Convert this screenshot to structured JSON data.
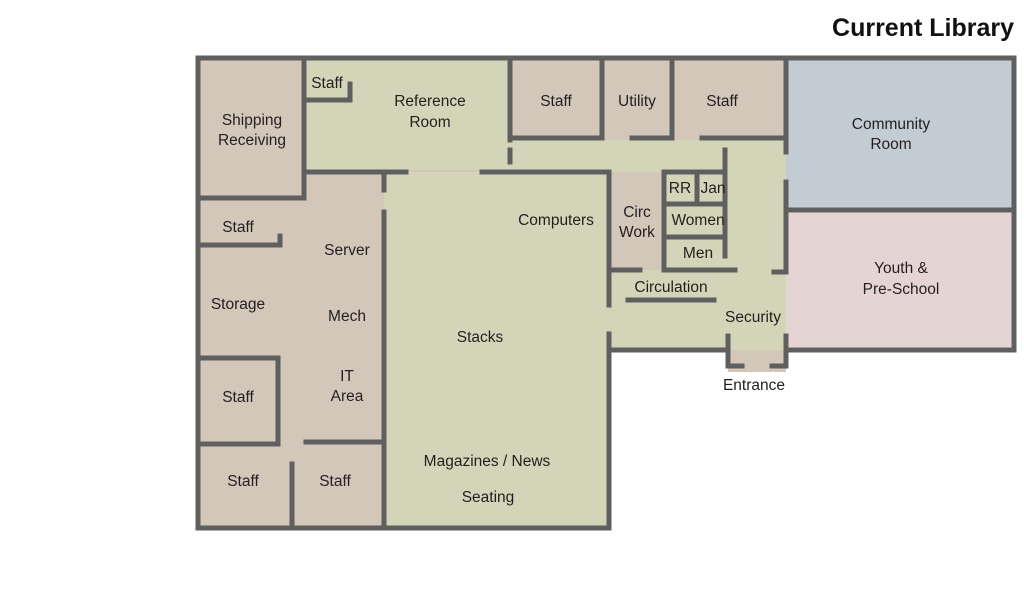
{
  "title": "Current Library",
  "colors": {
    "staff_area": "#d3c7b9",
    "public_area": "#d3d5b8",
    "community_room": "#c2ccd2",
    "youth_room": "#e4d4d3",
    "walls": "#5f5f5f",
    "text": "#231f20"
  },
  "rooms": {
    "staff_top_left": "Staff",
    "reference_l1": "Reference",
    "reference_l2": "Room",
    "shipping_l1": "Shipping",
    "shipping_l2": "Receiving",
    "staff_top_a": "Staff",
    "utility": "Utility",
    "staff_top_b": "Staff",
    "community_l1": "Community",
    "community_l2": "Room",
    "rr": "RR",
    "jan": "Jan",
    "circ_work_l1": "Circ",
    "circ_work_l2": "Work",
    "computers": "Computers",
    "women": "Women",
    "men": "Men",
    "staff_left_mid": "Staff",
    "server": "Server",
    "youth_l1": "Youth &",
    "youth_l2": "Pre-School",
    "circulation": "Circulation",
    "storage": "Storage",
    "mech": "Mech",
    "security": "Security",
    "stacks": "Stacks",
    "entrance": "Entrance",
    "it_l1": "IT",
    "it_l2": "Area",
    "staff_left_low": "Staff",
    "magazines": "Magazines / News",
    "staff_bottom_a": "Staff",
    "staff_bottom_b": "Staff",
    "seating": "Seating"
  }
}
